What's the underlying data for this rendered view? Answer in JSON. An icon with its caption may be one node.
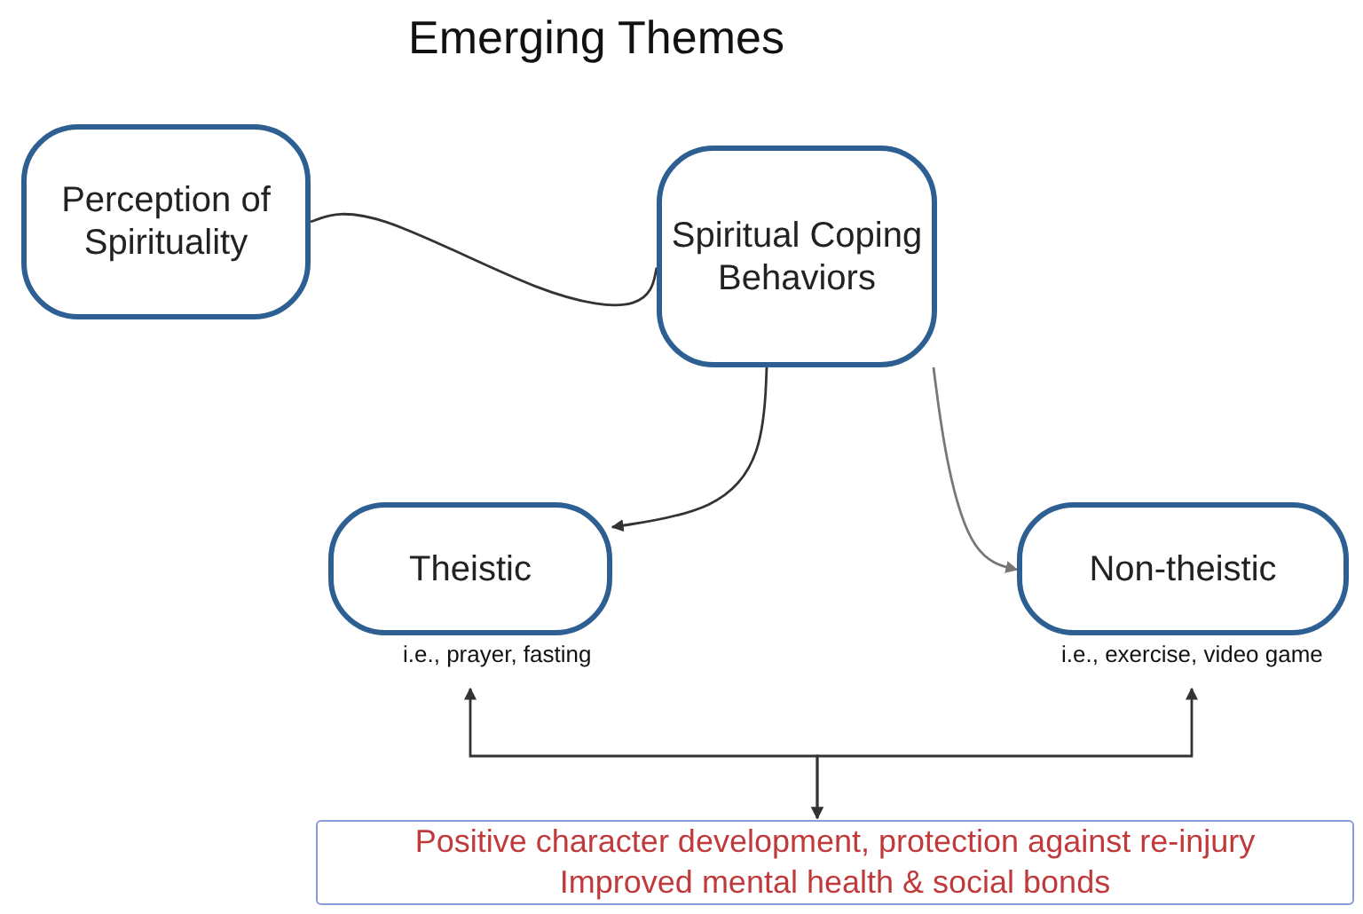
{
  "diagram": {
    "title": "Emerging Themes",
    "nodes": [
      {
        "text": [
          "Perception of Spirituality"
        ]
      },
      {
        "text": [
          "Spiritual Coping Behaviors"
        ]
      },
      {
        "text": [
          "Theistic"
        ],
        "beside": [
          "i.e., prayer, fasting"
        ]
      },
      {
        "text": [
          "Non-theistic"
        ],
        "beside": [
          "i.e., exercise, video game"
        ]
      },
      {
        "text": [
          "Positive character development, protection against re-injury",
          "Improved mental health & social bonds"
        ]
      }
    ],
    "edges": [
      {
        "from": 0,
        "to": 1,
        "arrow": "none"
      },
      {
        "from": 1,
        "to": 2,
        "arrow": "to"
      },
      {
        "from": 1,
        "to": 3,
        "arrow": "to",
        "color": "#777777"
      },
      {
        "from": 2,
        "to": 4,
        "arrow": "both"
      },
      {
        "from": 3,
        "to": 4,
        "arrow": "both"
      }
    ]
  }
}
